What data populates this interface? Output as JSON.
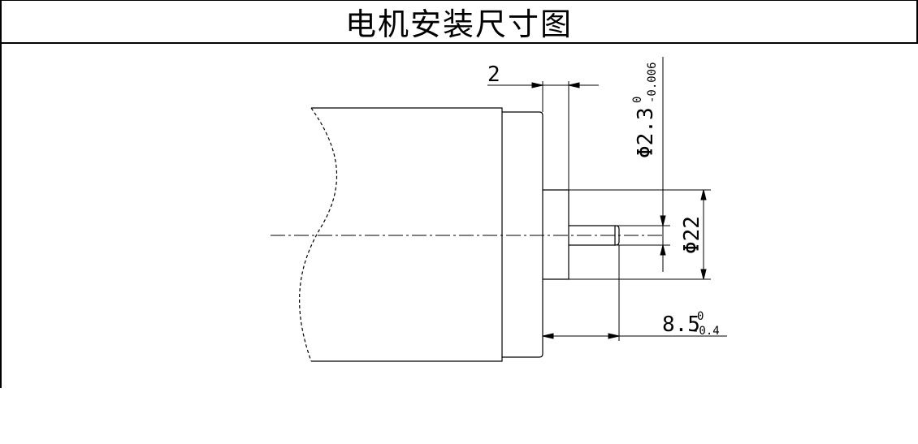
{
  "title": "电机安装尺寸图",
  "dimensions": {
    "gap": "2",
    "shaft_diameter": "Φ2.3",
    "shaft_tol_upper": "0",
    "shaft_tol_lower": "-0.006",
    "boss_diameter": "Φ22",
    "shaft_length": "8.5",
    "length_tol_upper": "0",
    "length_tol_lower": "-0.4"
  }
}
